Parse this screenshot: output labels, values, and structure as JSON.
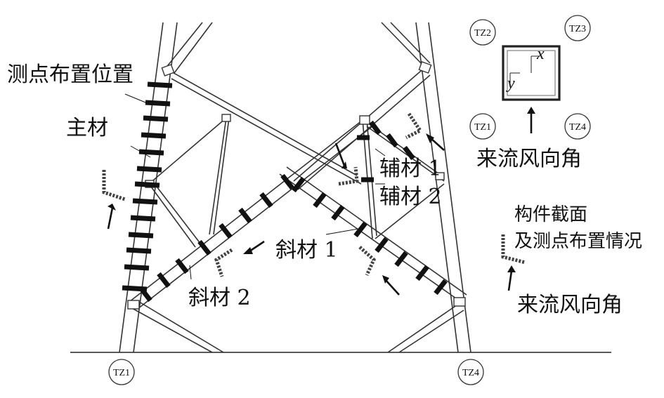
{
  "labels": {
    "measure_position": "测点布置位置",
    "main_member": "主材",
    "diagonal_1": "斜材 1",
    "diagonal_2": "斜材 2",
    "aux_member_1": "辅材 1",
    "aux_member_2": "辅材 2",
    "wind_angle_top": "来流风向角",
    "wind_angle_bottom": "来流风向角",
    "section_title_line1": "构件截面",
    "section_title_line2": "及测点布置情况"
  },
  "legs": {
    "tz1_top": "TZ1",
    "tz2_top": "TZ2",
    "tz3_top": "TZ3",
    "tz4_top": "TZ4",
    "tz1_bottom": "TZ1",
    "tz4_bottom": "TZ4"
  },
  "axes": {
    "x": "x",
    "y": "y"
  },
  "colors": {
    "line": "#333333",
    "tick": "#111111",
    "background": "#ffffff"
  }
}
